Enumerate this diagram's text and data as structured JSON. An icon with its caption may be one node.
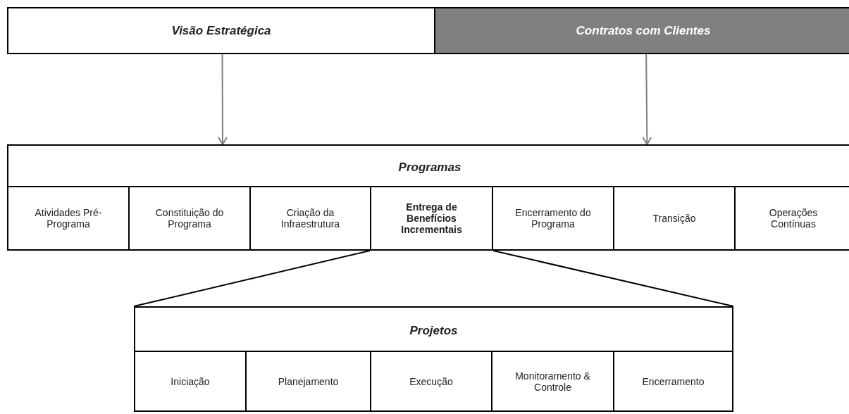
{
  "diagram": {
    "nodes": [
      {
        "text": [
          "Visão Estratégica"
        ]
      },
      {
        "text": [
          "Contratos com Clientes"
        ]
      },
      {
        "text": [
          "Programas"
        ]
      },
      {
        "text": [
          "Atividades Pré-Programa"
        ],
        "in": 2
      },
      {
        "text": [
          "Constituição do Programa"
        ],
        "in": 2
      },
      {
        "text": [
          "Criação da Infraestrutura"
        ],
        "in": 2
      },
      {
        "text": [
          "Entrega de Benefícios Incrementais"
        ],
        "in": 2
      },
      {
        "text": [
          "Encerramento do Programa"
        ],
        "in": 2
      },
      {
        "text": [
          "Transição"
        ],
        "in": 2
      },
      {
        "text": [
          "Operações Contínuas"
        ],
        "in": 2
      },
      {
        "text": [
          "Projetos"
        ]
      },
      {
        "text": [
          "Iniciação"
        ],
        "in": 10
      },
      {
        "text": [
          "Planejamento"
        ],
        "in": 10
      },
      {
        "text": [
          "Execução"
        ],
        "in": 10
      },
      {
        "text": [
          "Monitoramento & Controle"
        ],
        "in": 10
      },
      {
        "text": [
          "Encerramento"
        ],
        "in": 10
      }
    ],
    "edges": [
      {
        "from": 0,
        "to": 2,
        "arrow": "to",
        "color": "#7f7f7f"
      },
      {
        "from": 1,
        "to": 2,
        "arrow": "to",
        "color": "#7f7f7f"
      },
      {
        "from": 6,
        "to": 10,
        "arrow": "none",
        "color": "#000000"
      },
      {
        "from": 6,
        "to": 10,
        "arrow": "none",
        "color": "#000000"
      }
    ]
  }
}
